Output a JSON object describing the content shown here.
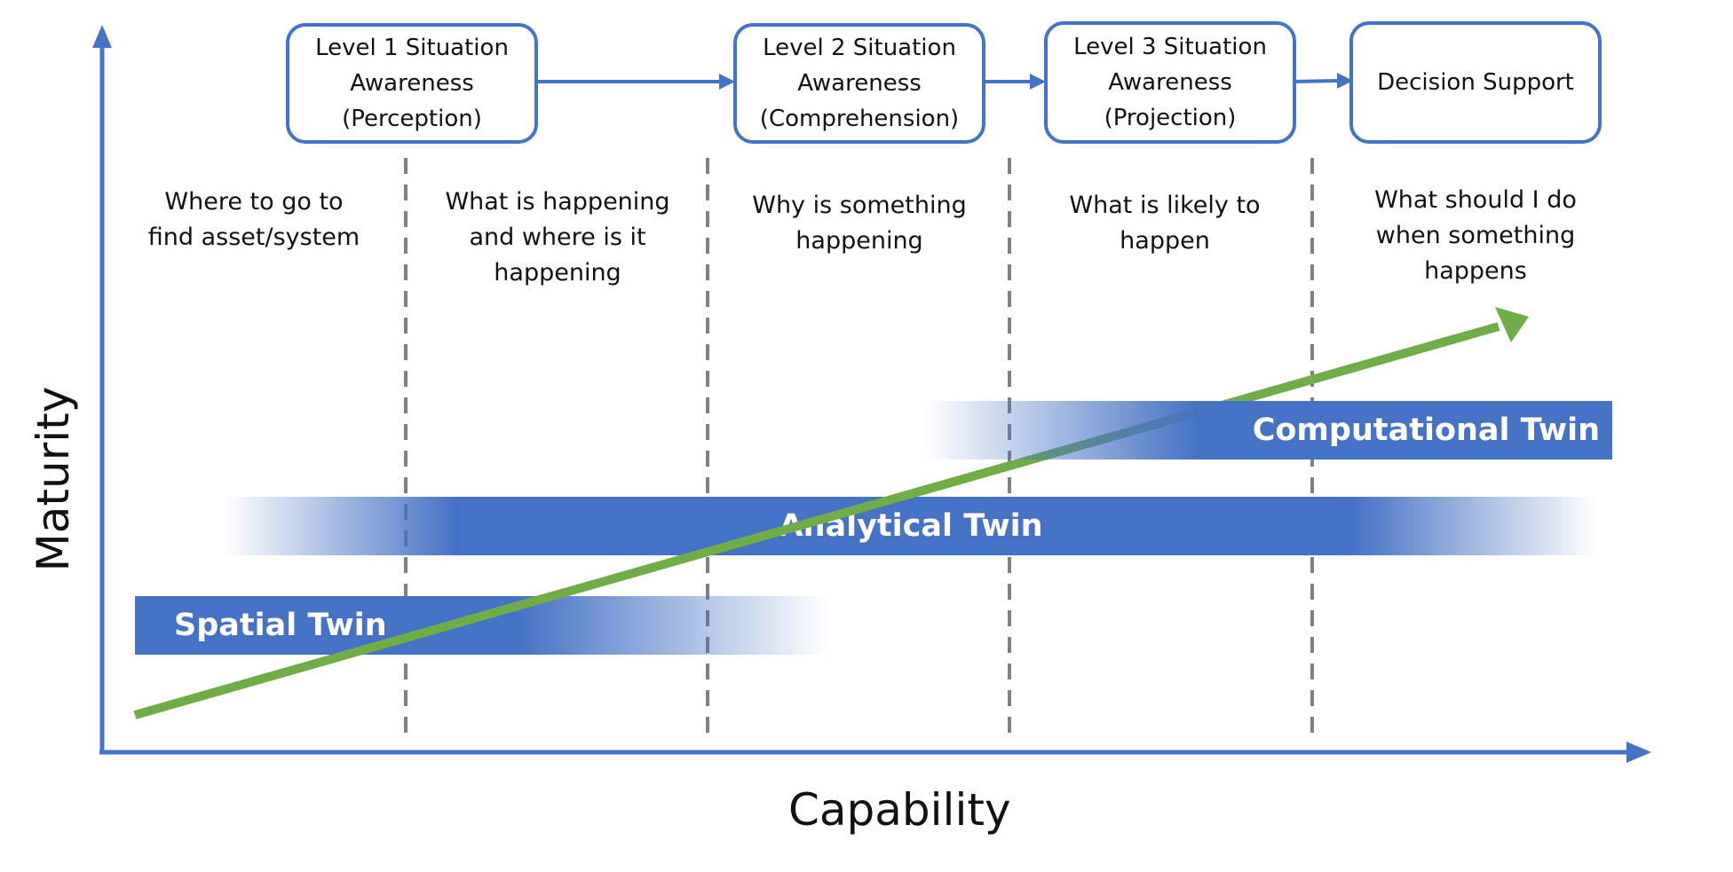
{
  "axes": {
    "x_label": "Capability",
    "y_label": "Maturity"
  },
  "stages": [
    {
      "label": "Level 1 Situation\nAwareness\n(Perception)"
    },
    {
      "label": "Level 2 Situation\nAwareness\n(Comprehension)"
    },
    {
      "label": "Level 3 Situation\nAwareness\n(Projection)"
    },
    {
      "label": "Decision Support"
    }
  ],
  "questions": [
    "Where to go to\nfind asset/system",
    "What is happening\nand where is it\nhappening",
    "Why is something\nhappening",
    "What is likely to\nhappen",
    "What should I do\nwhen something\nhappens"
  ],
  "twins": {
    "spatial": "Spatial Twin",
    "analytical": "Analytical Twin",
    "computational": "Computational Twin"
  },
  "colors": {
    "axis": "#4472c4",
    "band": "#4472c4",
    "trend_arrow": "#70ad47",
    "divider": "#808080",
    "box_border": "#4472c4"
  }
}
